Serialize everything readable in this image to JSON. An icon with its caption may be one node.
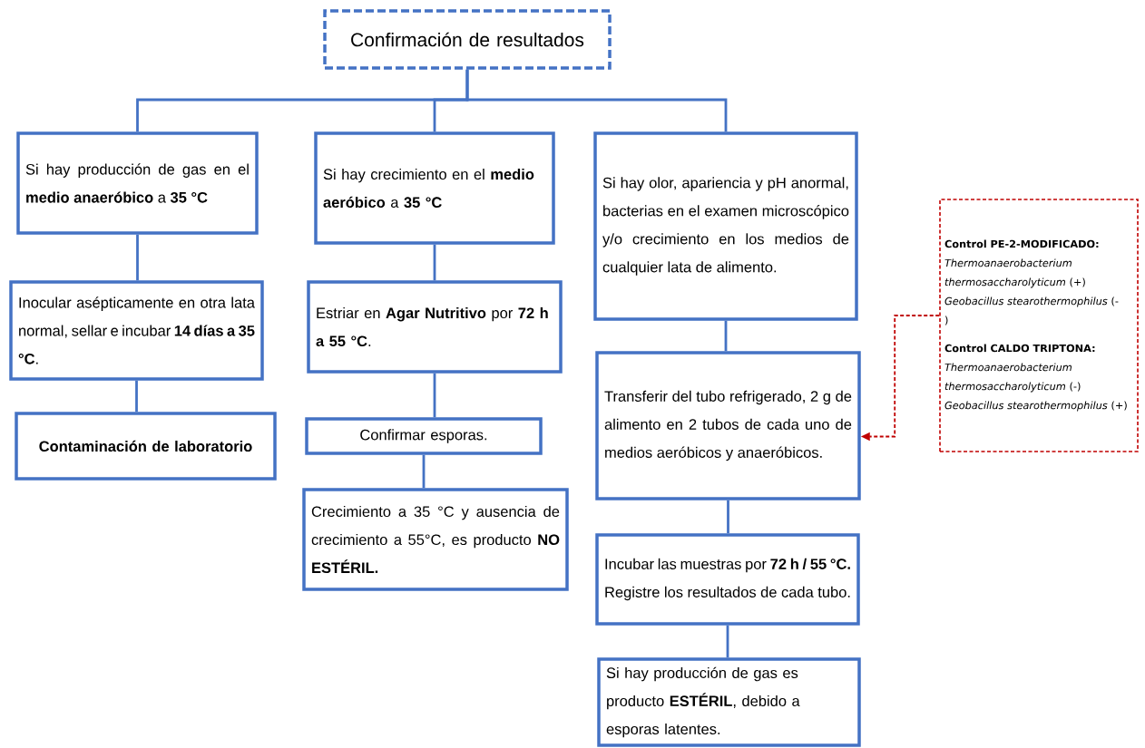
{
  "diagram": {
    "nodes": [
      {
        "text": [
          "Confirmación de resultados"
        ]
      },
      {
        "text": [
          "Si hay producción de gas en el **medio anaeróbico** a **35 °C**"
        ]
      },
      {
        "text": [
          "Inocular asépticamente en otra lata normal, sellar e incubar **14 días a 35 °C**."
        ]
      },
      {
        "text": [
          "Contaminación de laboratorio"
        ]
      },
      {
        "text": [
          "Si hay crecimiento en el **medio aeróbico** a **35 °C**"
        ]
      },
      {
        "text": [
          "Estriar en **Agar Nutritivo** por **72 h a 55 °C**."
        ]
      },
      {
        "text": [
          "Confirmar esporas."
        ]
      },
      {
        "text": [
          "Crecimiento a 35 °C y ausencia de crecimiento a 55°C, es producto **NO ESTÉRIL.**"
        ]
      },
      {
        "text": [
          "Si hay olor, apariencia y pH anormal, bacterias en el examen microscópico y/o crecimiento en los medios de cualquier lata de alimento."
        ]
      },
      {
        "text": [
          "Transferir del tubo refrigerado, 2 g de alimento en 2 tubos de cada uno de medios aeróbicos y anaeróbicos."
        ]
      },
      {
        "text": [
          "Incubar las muestras por **72 h / 55 °C.** Registre los resultados de cada tubo."
        ]
      },
      {
        "text": [
          "Si hay producción de gas es producto **ESTÉRIL**, debido a esporas latentes."
        ]
      },
      {
        "text": [
          "Control PE-2-MODIFICADO:",
          "*Thermoanaerobacterium thermosaccharolyticum* (+) *Geobacillus stearothermophilus* (-)",
          "Control CALDO TRIPTONA:",
          "*Thermoanaerobacterium thermosaccharolyticum* (-) *Geobacillus stearothermophilus* (+)"
        ]
      }
    ],
    "edges": [
      {
        "from": 0,
        "to": 1,
        "arrow": "none"
      },
      {
        "from": 0,
        "to": 4,
        "arrow": "none"
      },
      {
        "from": 0,
        "to": 8,
        "arrow": "none"
      },
      {
        "from": 1,
        "to": 2,
        "arrow": "none"
      },
      {
        "from": 2,
        "to": 3,
        "arrow": "none"
      },
      {
        "from": 4,
        "to": 5,
        "arrow": "none"
      },
      {
        "from": 5,
        "to": 6,
        "arrow": "none"
      },
      {
        "from": 6,
        "to": 7,
        "arrow": "none"
      },
      {
        "from": 8,
        "to": 9,
        "arrow": "none"
      },
      {
        "from": 9,
        "to": 10,
        "arrow": "none"
      },
      {
        "from": 10,
        "to": 11,
        "arrow": "none"
      },
      {
        "from": 12,
        "to": 9,
        "arrow": "to",
        "style": "dashed",
        "color": "#c00000"
      }
    ]
  }
}
